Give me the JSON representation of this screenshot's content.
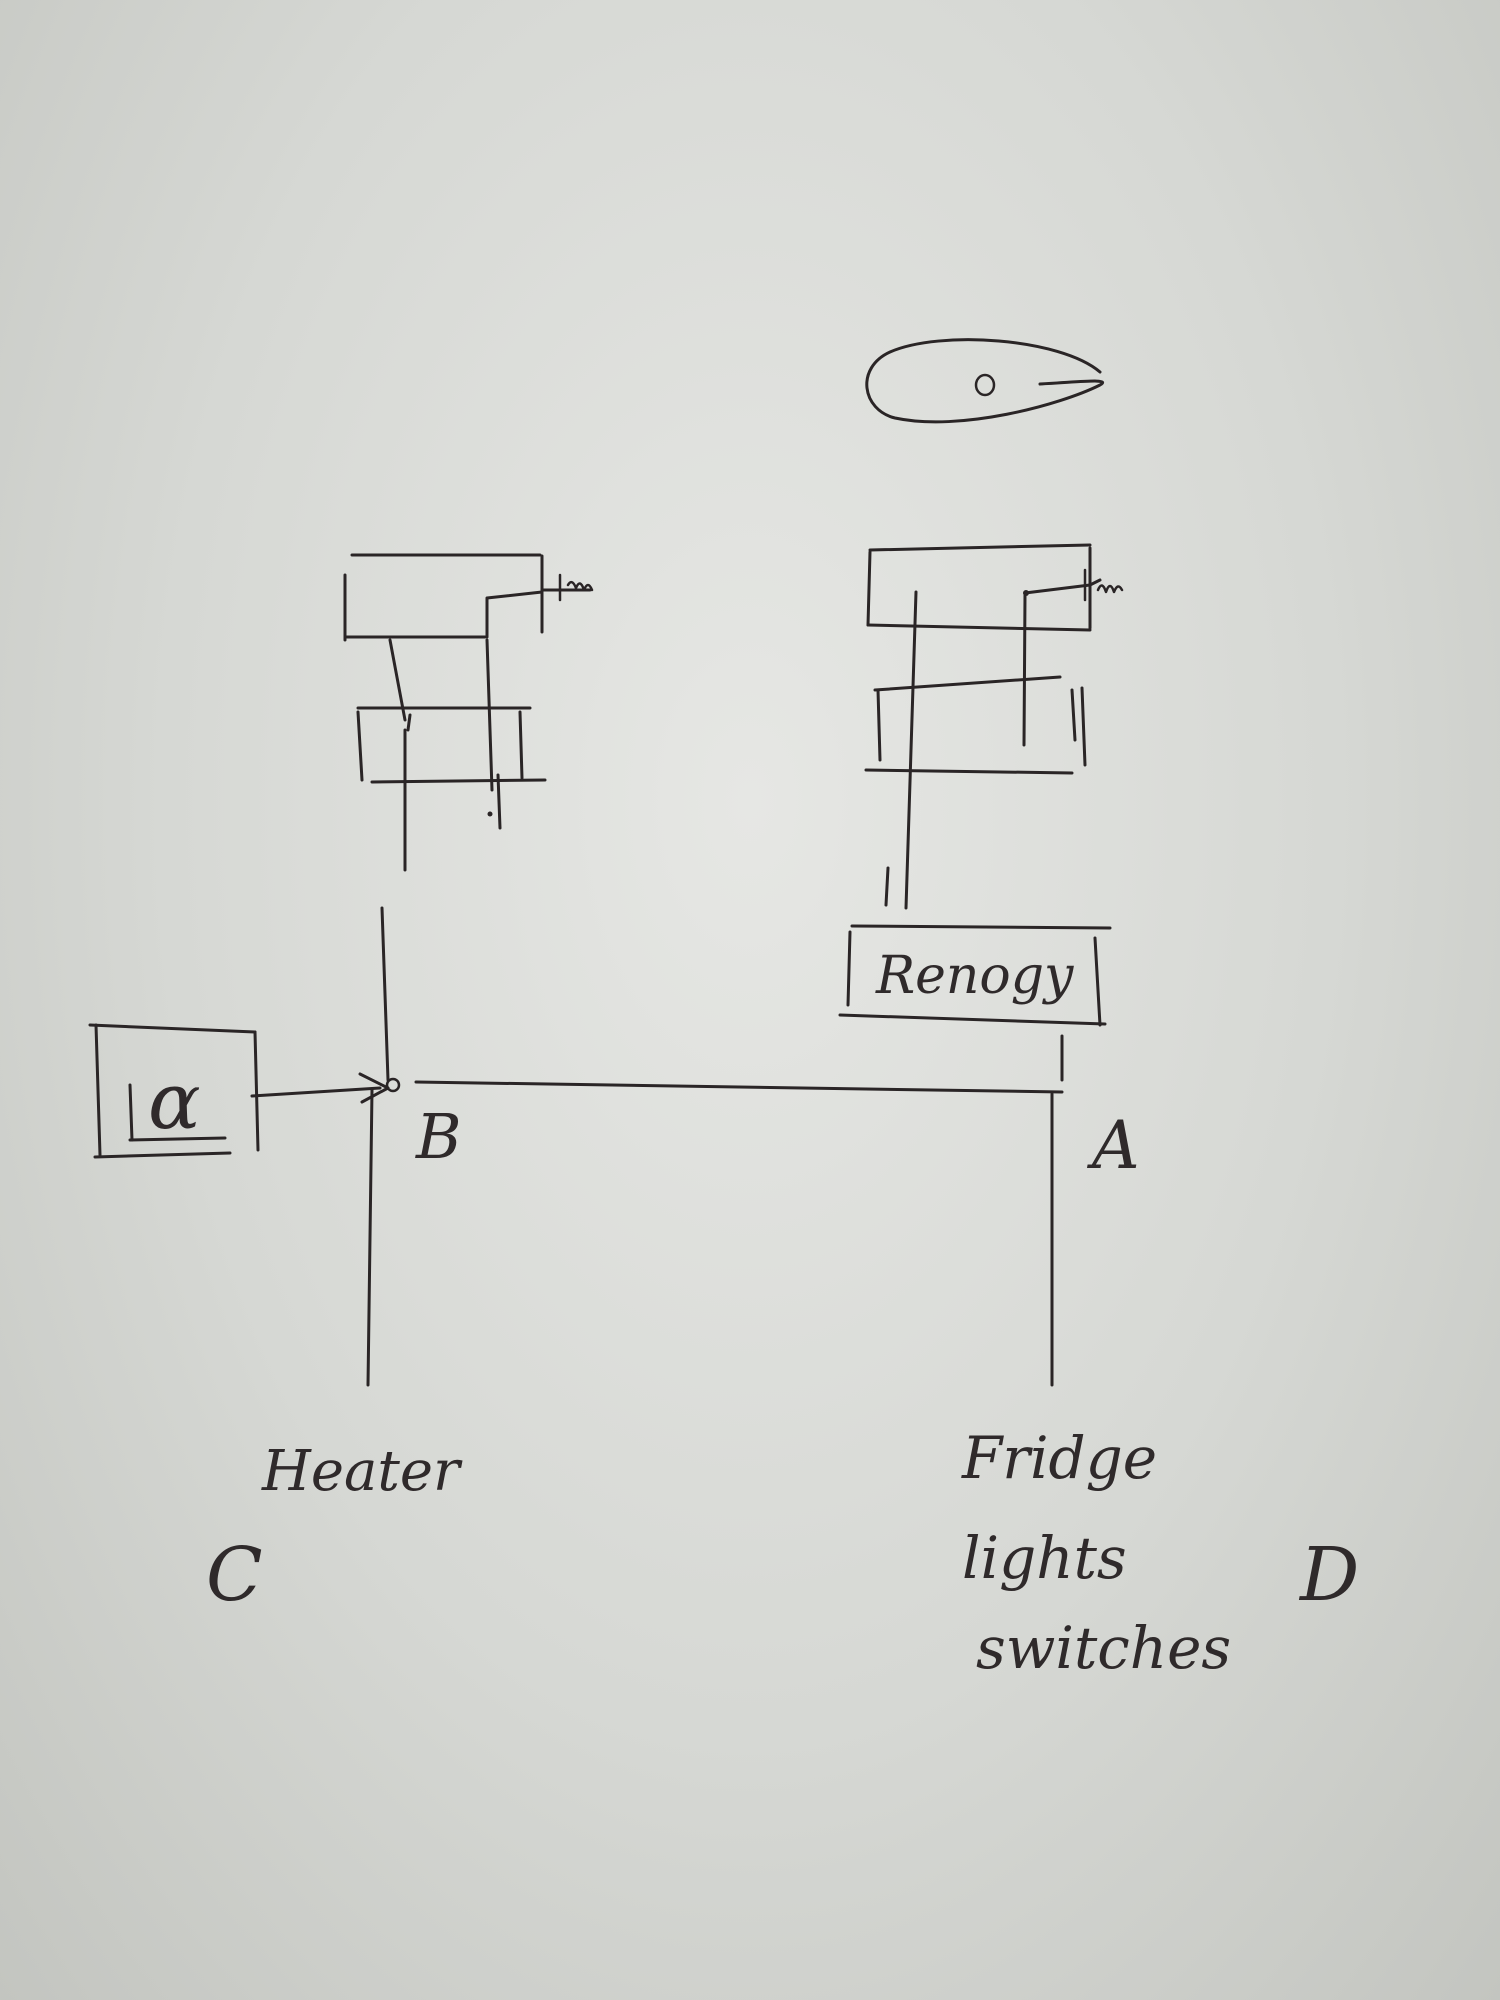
{
  "labels": {
    "renogy": "Renogy",
    "symbol": "α",
    "point_a": "A",
    "point_b": "B",
    "point_c": "C",
    "point_d": "D",
    "heater": "Heater",
    "fridge": "Fridge",
    "lights": "lights",
    "switches": "switches"
  },
  "colors": {
    "ink": "#2a2526",
    "paper": "#e0e1de"
  }
}
